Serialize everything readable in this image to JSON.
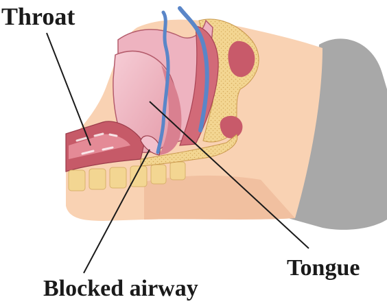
{
  "labels": {
    "throat": "Throat",
    "tongue": "Tongue",
    "blocked_airway": "Blocked airway"
  },
  "colors": {
    "skin": "#f9d2b3",
    "skin_shadow": "#e9ac8c",
    "hair": "#a8a8a8",
    "bone": "#f3d692",
    "bone_dots": "#d6ab5c",
    "tissue_pink": "#eeb3c0",
    "tissue_light": "#f6cdd6",
    "muscle": "#d26a78",
    "muscle_dark": "#a84253",
    "airway_blue": "#5a86c8",
    "leader_line": "#1a1a1a"
  },
  "icons": [
    "head-cross-section-illustration"
  ]
}
